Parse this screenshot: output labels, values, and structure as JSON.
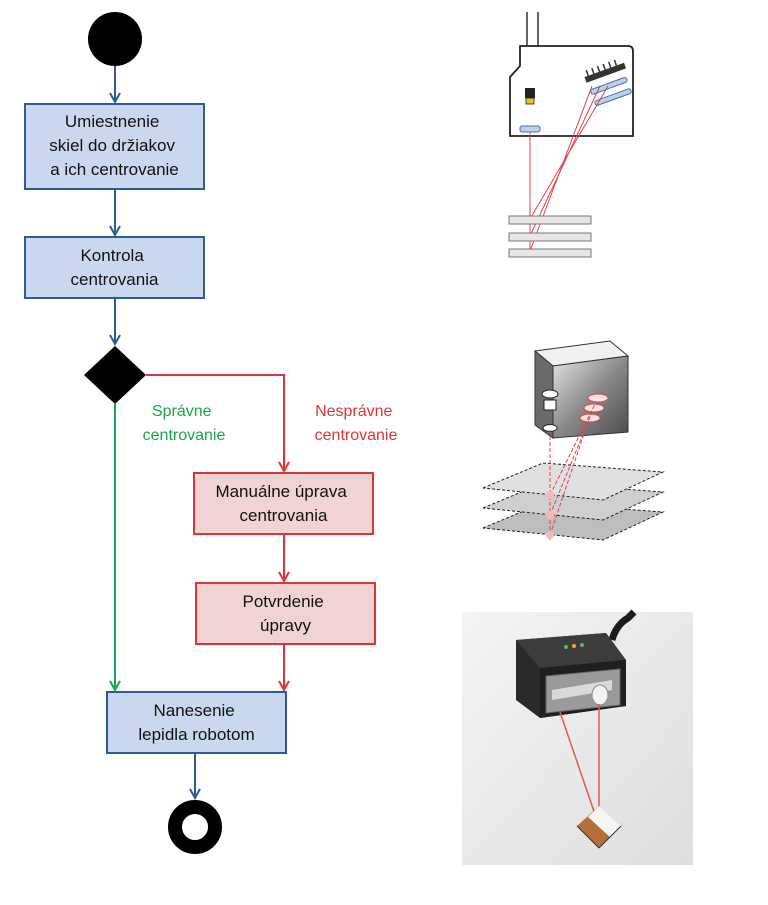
{
  "colors": {
    "blue_fill": "#c9d8ef",
    "blue_stroke": "#2f5a96",
    "red_fill": "#f2d3d3",
    "red_stroke": "#e03434",
    "green": "#18a64a",
    "black": "#000000"
  },
  "flow": {
    "steps": [
      {
        "lines": [
          "Umiestnenie",
          "skiel  do držiakov",
          "a ich centrovanie"
        ]
      },
      {
        "lines": [
          "Kontrola",
          "centrovania"
        ]
      }
    ],
    "branches": {
      "correct": {
        "lines": [
          "Správne",
          "centrovanie"
        ]
      },
      "incorrect": {
        "lines": [
          "Nesprávne",
          "centrovanie"
        ]
      }
    },
    "fix_steps": [
      {
        "lines": [
          "Manuálne úprava",
          "centrovania"
        ]
      },
      {
        "lines": [
          "Potvrdenie",
          "úpravy"
        ]
      }
    ],
    "final_step": {
      "lines": [
        "Nanesenie",
        "lepidla robotom"
      ]
    }
  },
  "illustrations": [
    {
      "icon": "sensor-schematic-icon"
    },
    {
      "icon": "sensor-3d-diagram-icon"
    },
    {
      "icon": "sensor-photo-icon"
    }
  ]
}
